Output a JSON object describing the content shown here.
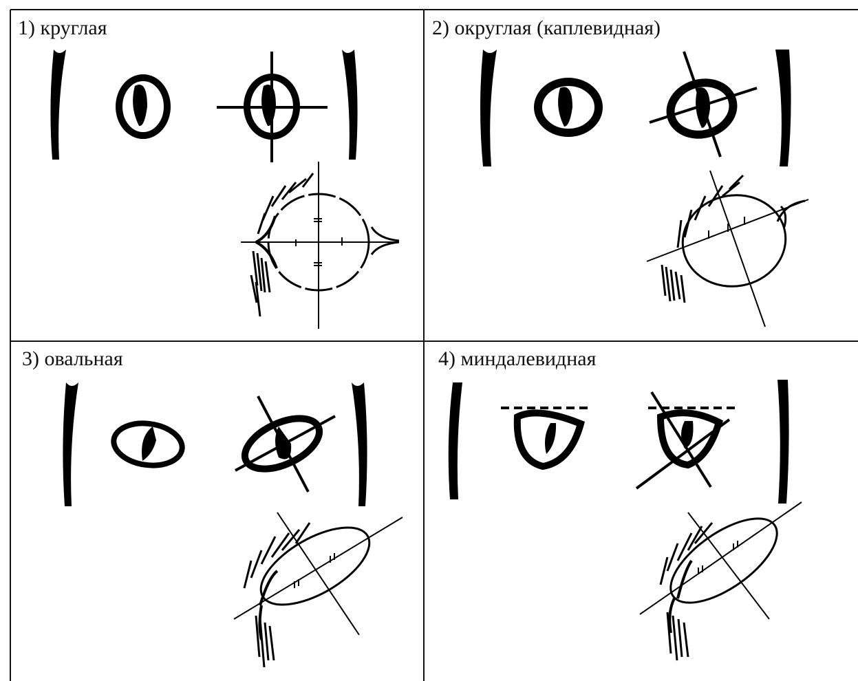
{
  "panels": [
    {
      "label": "1) круглая"
    },
    {
      "label": "2) округлая (каплевидная)"
    },
    {
      "label": "3) овальная"
    },
    {
      "label": "4) миндалевидная"
    }
  ]
}
